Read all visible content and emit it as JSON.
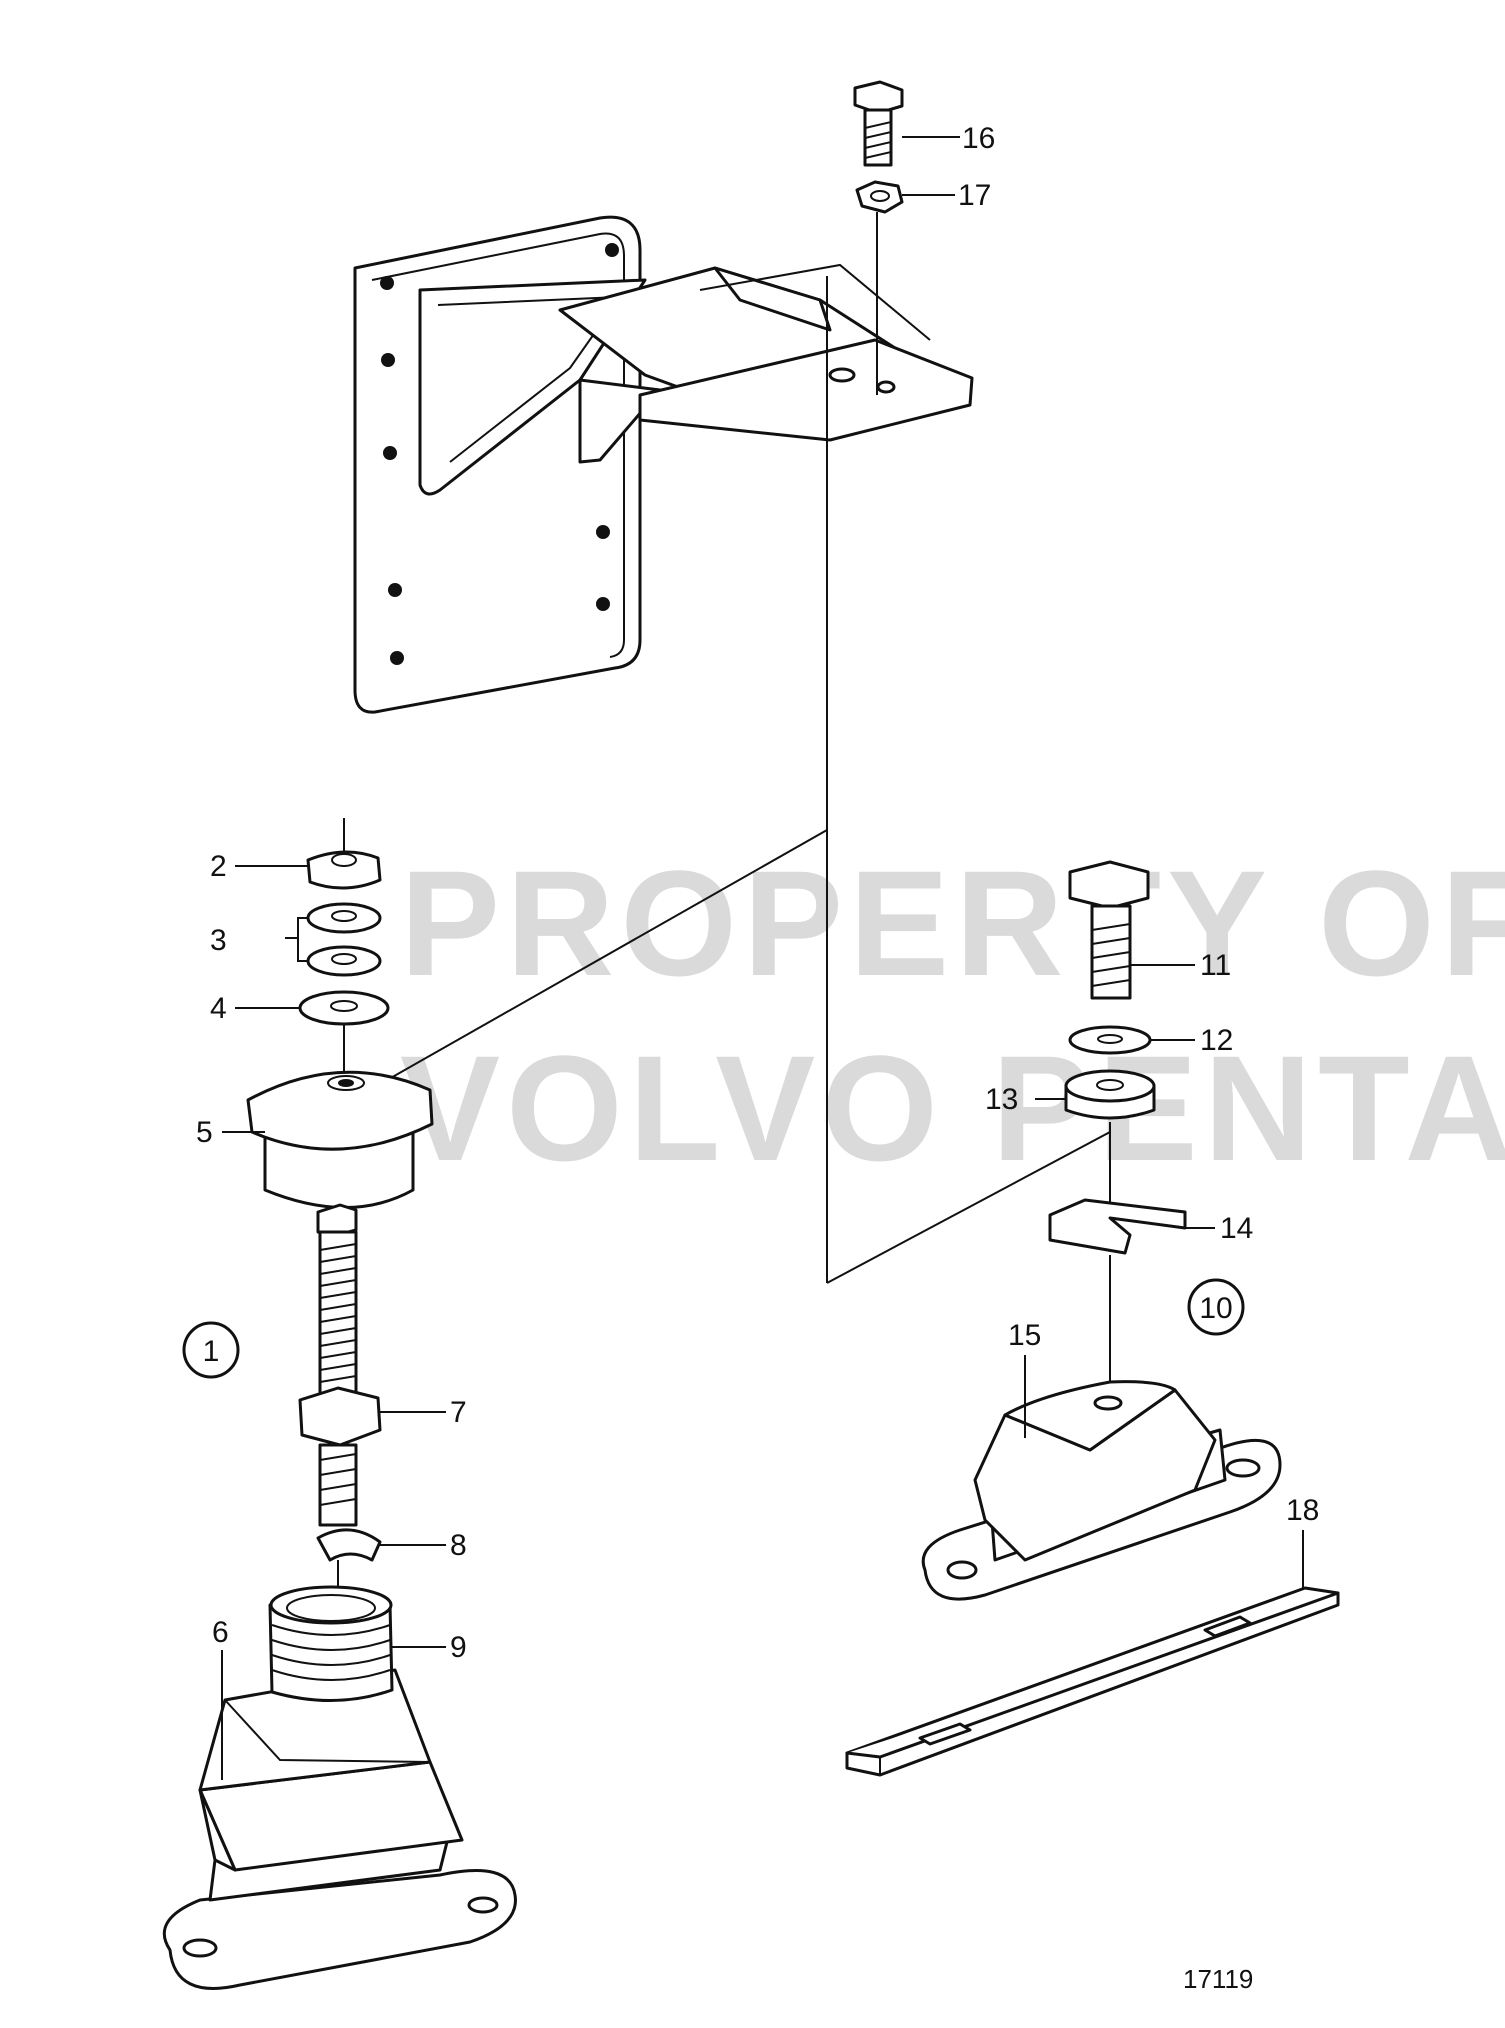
{
  "watermark": {
    "line1": "PROPERTY OF",
    "line2": "VOLVO PENTA"
  },
  "figure_number": "17119",
  "callouts": {
    "c1": "1",
    "c2": "2",
    "c3": "3",
    "c4": "4",
    "c5": "5",
    "c6": "6",
    "c7": "7",
    "c8": "8",
    "c9": "9",
    "c10": "10",
    "c11": "11",
    "c12": "12",
    "c13": "13",
    "c14": "14",
    "c15": "15",
    "c16": "16",
    "c17": "17",
    "c18": "18"
  }
}
